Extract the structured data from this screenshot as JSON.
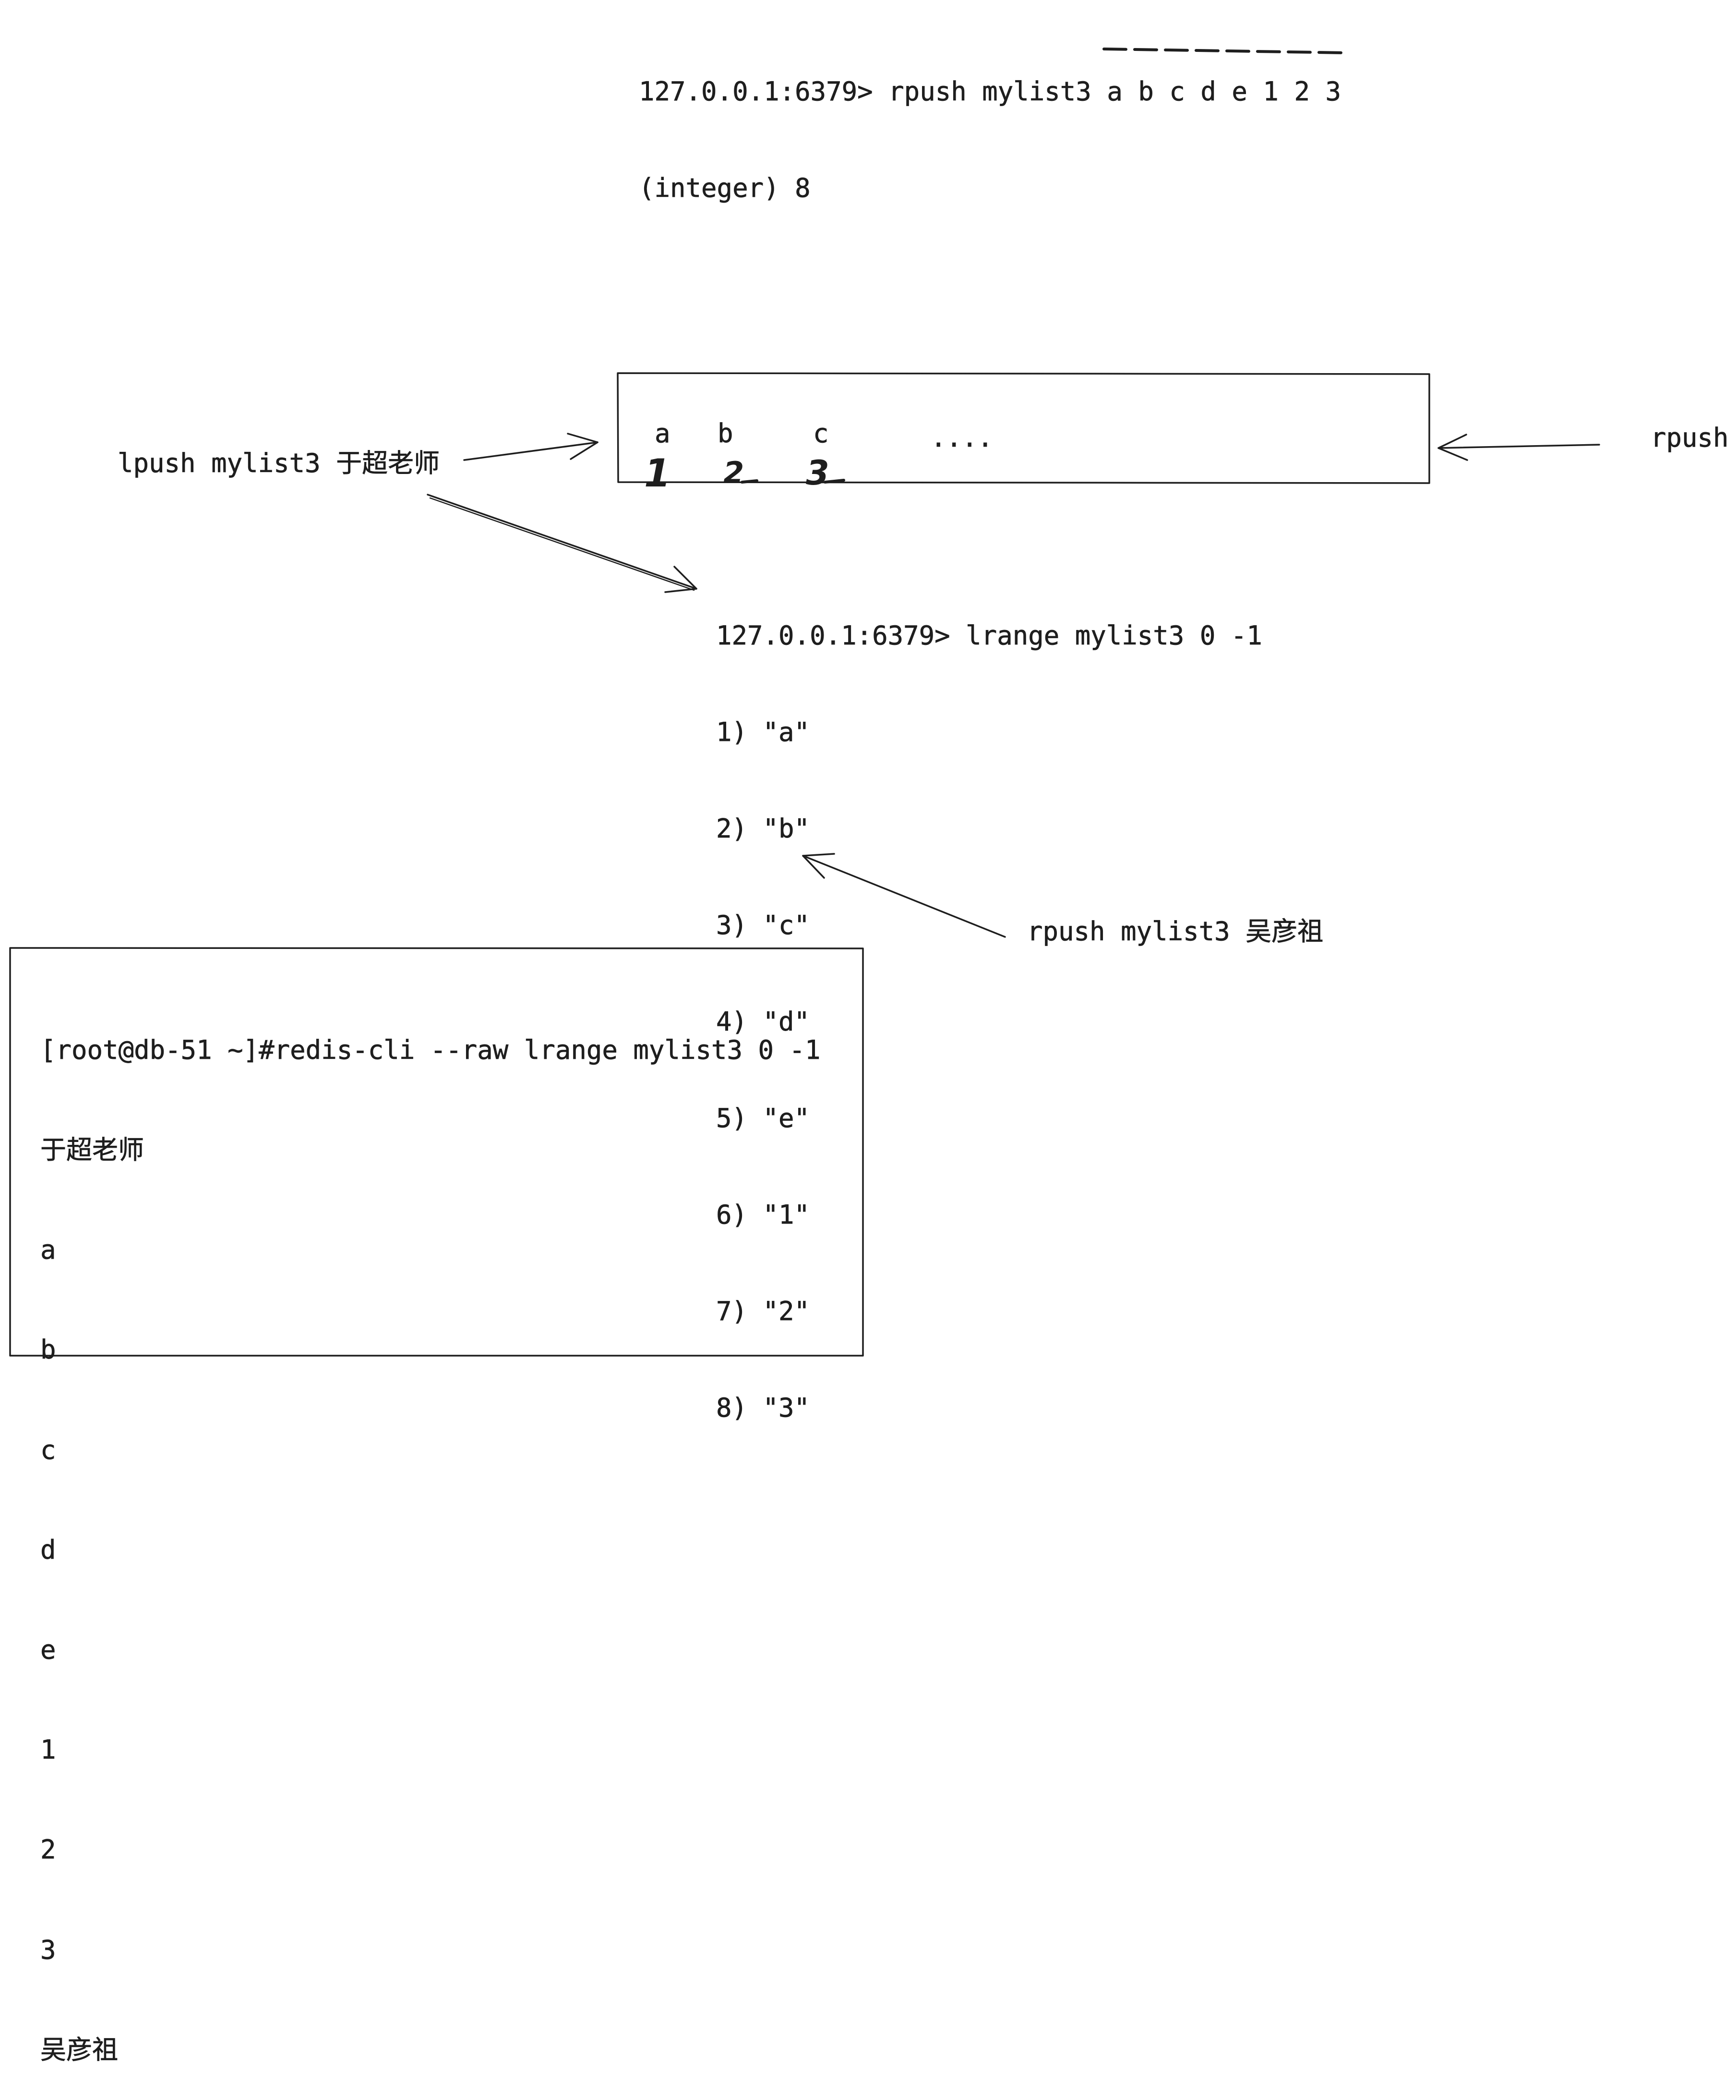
{
  "top_command": {
    "lines": [
      "127.0.0.1:6379> rpush mylist3 a b c d e 1 2 3",
      "(integer) 8"
    ]
  },
  "list_box": {
    "items": [
      "a",
      "b",
      "c"
    ],
    "ellipsis": "....",
    "index_marks": [
      "1",
      "2",
      "3"
    ]
  },
  "labels": {
    "lpush": "lpush mylist3 于超老师",
    "rpush_right": "rpush",
    "rpush_bottom": "rpush mylist3 吴彦祖"
  },
  "lrange_output": {
    "prompt": "127.0.0.1:6379> lrange mylist3 0 -1",
    "results": [
      "1) \"a\"",
      "2) \"b\"",
      "3) \"c\"",
      "4) \"d\"",
      "5) \"e\"",
      "6) \"1\"",
      "7) \"2\"",
      "8) \"3\""
    ]
  },
  "terminal_box": {
    "command": "[root@db-51 ~]#redis-cli --raw lrange mylist3 0 -1",
    "output": [
      "于超老师",
      "a",
      "b",
      "c",
      "d",
      "e",
      "1",
      "2",
      "3",
      "吴彦祖"
    ]
  },
  "colors": {
    "ink": "#1e1e1e",
    "background": "#ffffff"
  }
}
